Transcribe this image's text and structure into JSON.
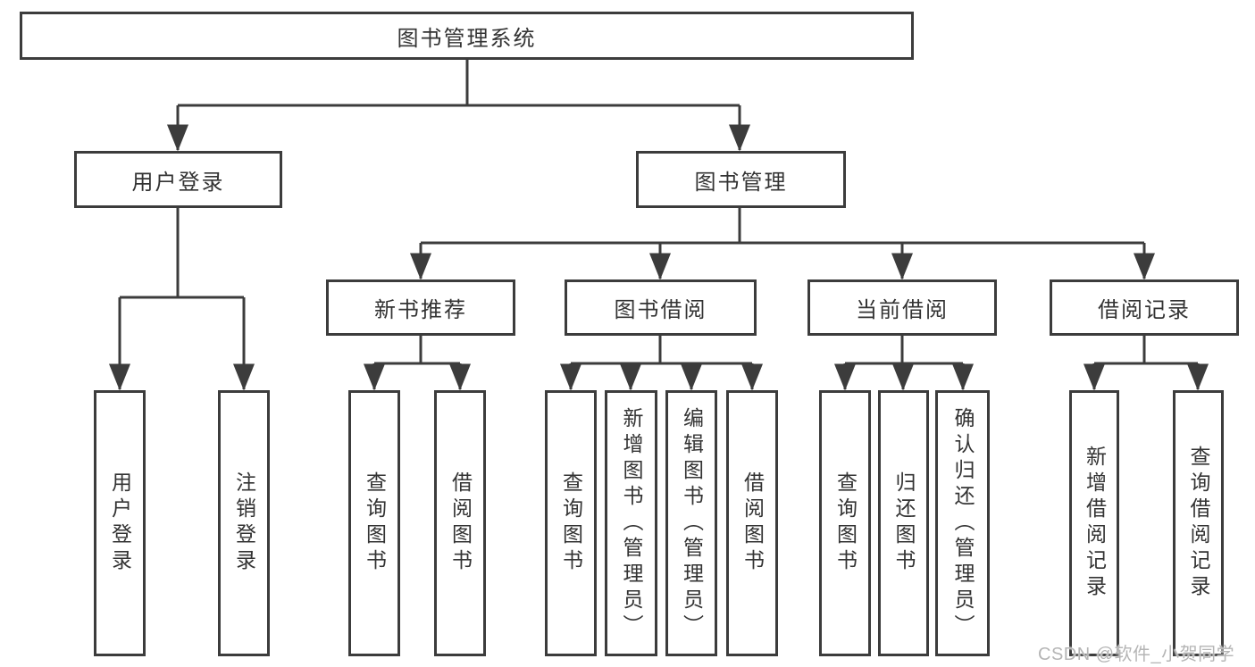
{
  "tree": {
    "root": {
      "label": "图书管理系统"
    },
    "level2": [
      {
        "label": "用户登录"
      },
      {
        "label": "图书管理"
      }
    ],
    "level3": [
      {
        "parent": "图书管理",
        "label": "新书推荐"
      },
      {
        "parent": "图书管理",
        "label": "图书借阅"
      },
      {
        "parent": "图书管理",
        "label": "当前借阅"
      },
      {
        "parent": "图书管理",
        "label": "借阅记录"
      }
    ],
    "leaf_groups": [
      {
        "parent": "用户登录",
        "items": [
          {
            "label": "用户登录"
          },
          {
            "label": "注销登录"
          }
        ]
      },
      {
        "parent": "新书推荐",
        "items": [
          {
            "label": "查询图书"
          },
          {
            "label": "借阅图书"
          }
        ]
      },
      {
        "parent": "图书借阅",
        "items": [
          {
            "label": "查询图书"
          },
          {
            "label": "新增图书（管理员）"
          },
          {
            "label": "编辑图书（管理员）"
          },
          {
            "label": "借阅图书"
          }
        ]
      },
      {
        "parent": "当前借阅",
        "items": [
          {
            "label": "查询图书"
          },
          {
            "label": "归还图书"
          },
          {
            "label": "确认归还（管理员）"
          }
        ]
      },
      {
        "parent": "借阅记录",
        "items": [
          {
            "label": "新增借阅记录"
          },
          {
            "label": "查询借阅记录"
          }
        ]
      }
    ]
  },
  "watermark": {
    "text": "CSDN @软件_小贺同学"
  },
  "colors": {
    "line": "#3c3c3c",
    "text": "#333333",
    "watermark": "#b5b5b5",
    "bg": "#ffffff"
  }
}
